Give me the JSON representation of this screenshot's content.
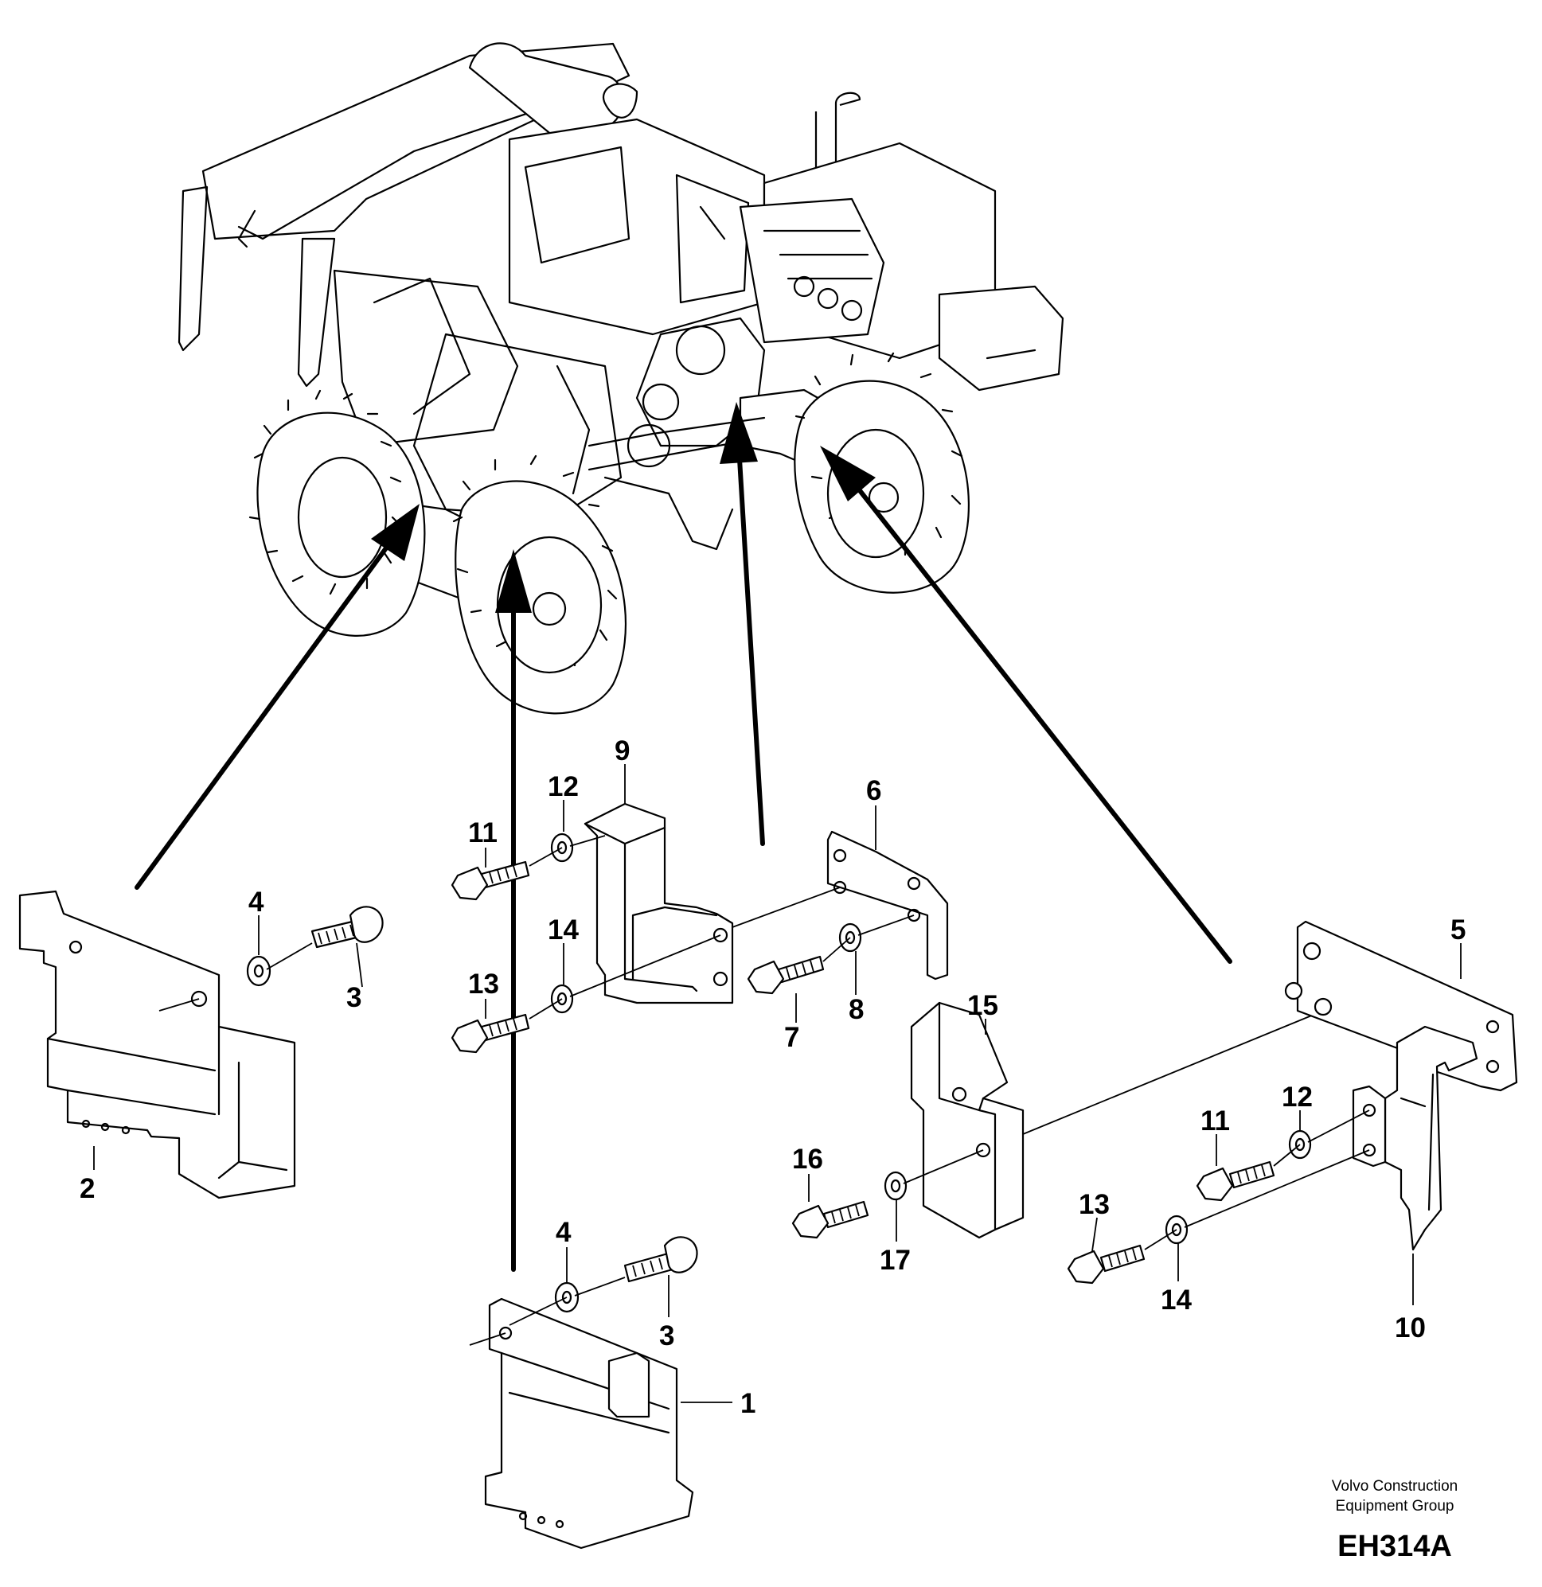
{
  "title": "",
  "callouts": [
    "1",
    "2",
    "3",
    "4",
    "5",
    "6",
    "7",
    "8",
    "9",
    "10",
    "11",
    "12",
    "13",
    "14",
    "15",
    "16",
    "17"
  ],
  "extra_callouts": {
    "a3": "3",
    "a4": "4",
    "a11": "11",
    "a12": "12",
    "a13": "13",
    "a14": "14"
  },
  "footer": {
    "credit_line1": "Volvo Construction",
    "credit_line2": "Equipment Group",
    "code": "EH314A"
  }
}
